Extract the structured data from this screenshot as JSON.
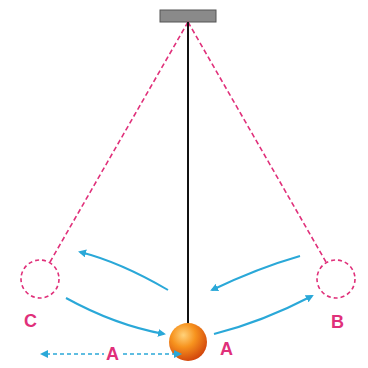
{
  "diagram": {
    "labels": [
      "C",
      "A",
      "B",
      "A"
    ]
  }
}
